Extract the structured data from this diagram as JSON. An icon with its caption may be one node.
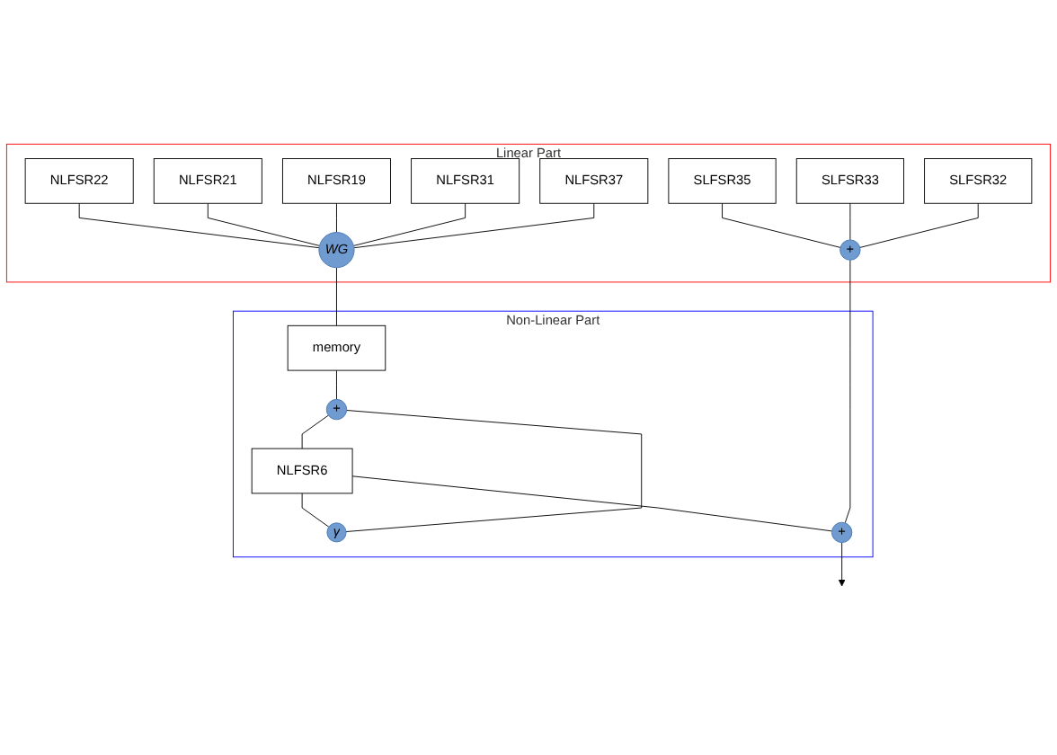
{
  "diagram": {
    "nodes": [
      {
        "text": [
          "Linear Part"
        ]
      },
      {
        "text": [
          "NLFSR22"
        ],
        "in": 0
      },
      {
        "text": [
          "NLFSR21"
        ],
        "in": 0
      },
      {
        "text": [
          "NLFSR19"
        ],
        "in": 0
      },
      {
        "text": [
          "WG"
        ],
        "in": 0
      },
      {
        "text": [
          "NLFSR31"
        ],
        "in": 0
      },
      {
        "text": [
          "NLFSR37"
        ],
        "in": 0
      },
      {
        "text": [
          "+"
        ],
        "in": 0
      },
      {
        "text": [
          "SLFSR35"
        ],
        "in": 0
      },
      {
        "text": [
          "SLFSR33"
        ],
        "in": 0
      },
      {
        "text": [
          "SLFSR32"
        ],
        "in": 0
      },
      {
        "text": [
          "Non-Linear Part"
        ]
      },
      {
        "text": [
          "memory"
        ],
        "in": 11
      },
      {
        "text": [
          "+"
        ],
        "in": 11
      },
      {
        "text": [
          "γ"
        ],
        "in": 11
      },
      {
        "text": [
          "NLFSR6"
        ],
        "in": 11
      },
      {
        "text": [
          "+"
        ],
        "in": 11
      }
    ],
    "edges": [
      {
        "from": 1,
        "to": 4,
        "arrow": "none"
      },
      {
        "from": 2,
        "to": 4,
        "arrow": "none"
      },
      {
        "from": 3,
        "to": 4,
        "arrow": "none"
      },
      {
        "from": 5,
        "to": 4,
        "arrow": "none"
      },
      {
        "from": 6,
        "to": 4,
        "arrow": "none"
      },
      {
        "from": 8,
        "to": 7,
        "arrow": "none"
      },
      {
        "from": 9,
        "to": 7,
        "arrow": "none"
      },
      {
        "from": 10,
        "to": 7,
        "arrow": "none"
      },
      {
        "from": 4,
        "to": 12,
        "arrow": "none"
      },
      {
        "from": 12,
        "to": 13,
        "arrow": "none"
      },
      {
        "from": 13,
        "to": 15,
        "arrow": "none"
      },
      {
        "from": 15,
        "to": 14,
        "arrow": "none"
      },
      {
        "from": 14,
        "to": 13,
        "arrow": "none"
      },
      {
        "from": 15,
        "to": 16,
        "arrow": "none"
      },
      {
        "from": 7,
        "to": 16,
        "arrow": "none"
      },
      {
        "from": 16,
        "to": null,
        "arrow": "to"
      }
    ]
  }
}
